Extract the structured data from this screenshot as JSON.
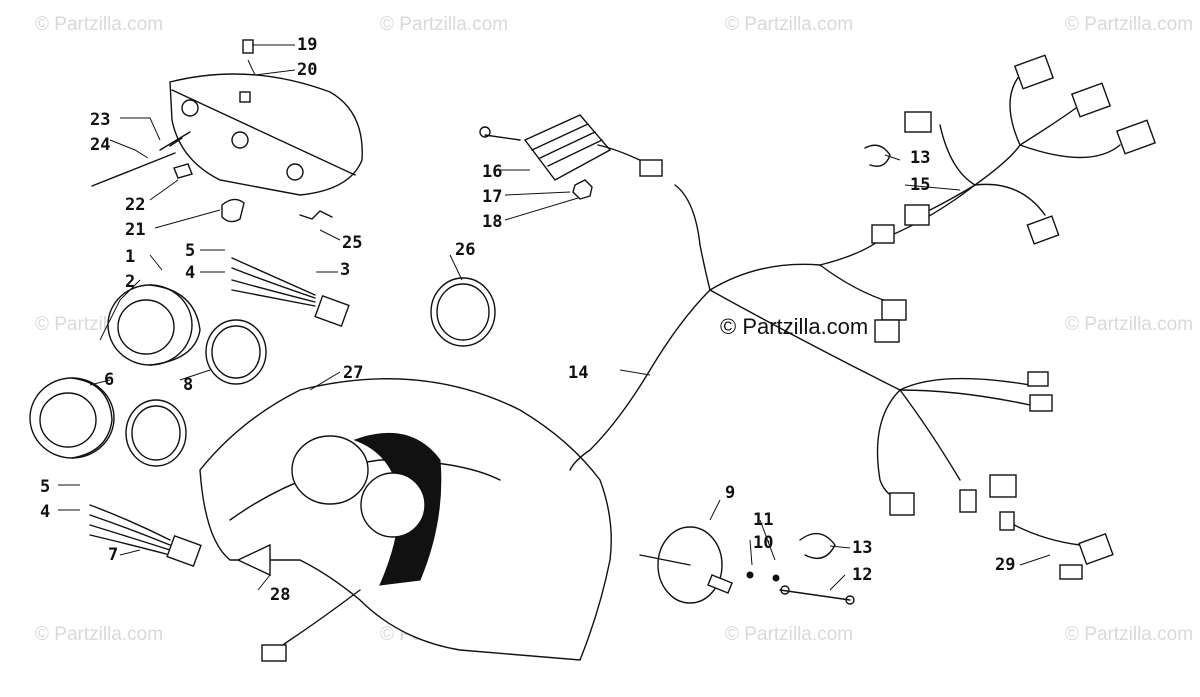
{
  "watermark": {
    "text": "© Partzilla.com"
  },
  "center_watermark": {
    "text": "© Partzilla.com"
  },
  "callouts": {
    "c1": "1",
    "c2": "2",
    "c3": "3",
    "c4a": "4",
    "c4b": "4",
    "c5a": "5",
    "c5b": "5",
    "c6": "6",
    "c7": "7",
    "c8": "8",
    "c9": "9",
    "c10": "10",
    "c11": "11",
    "c12": "12",
    "c13a": "13",
    "c13b": "13",
    "c14": "14",
    "c15": "15",
    "c16": "16",
    "c17": "17",
    "c18": "18",
    "c19": "19",
    "c20": "20",
    "c21": "21",
    "c22": "22",
    "c23": "23",
    "c24": "24",
    "c25": "25",
    "c26": "26",
    "c27": "27",
    "c28": "28",
    "c29": "29"
  }
}
